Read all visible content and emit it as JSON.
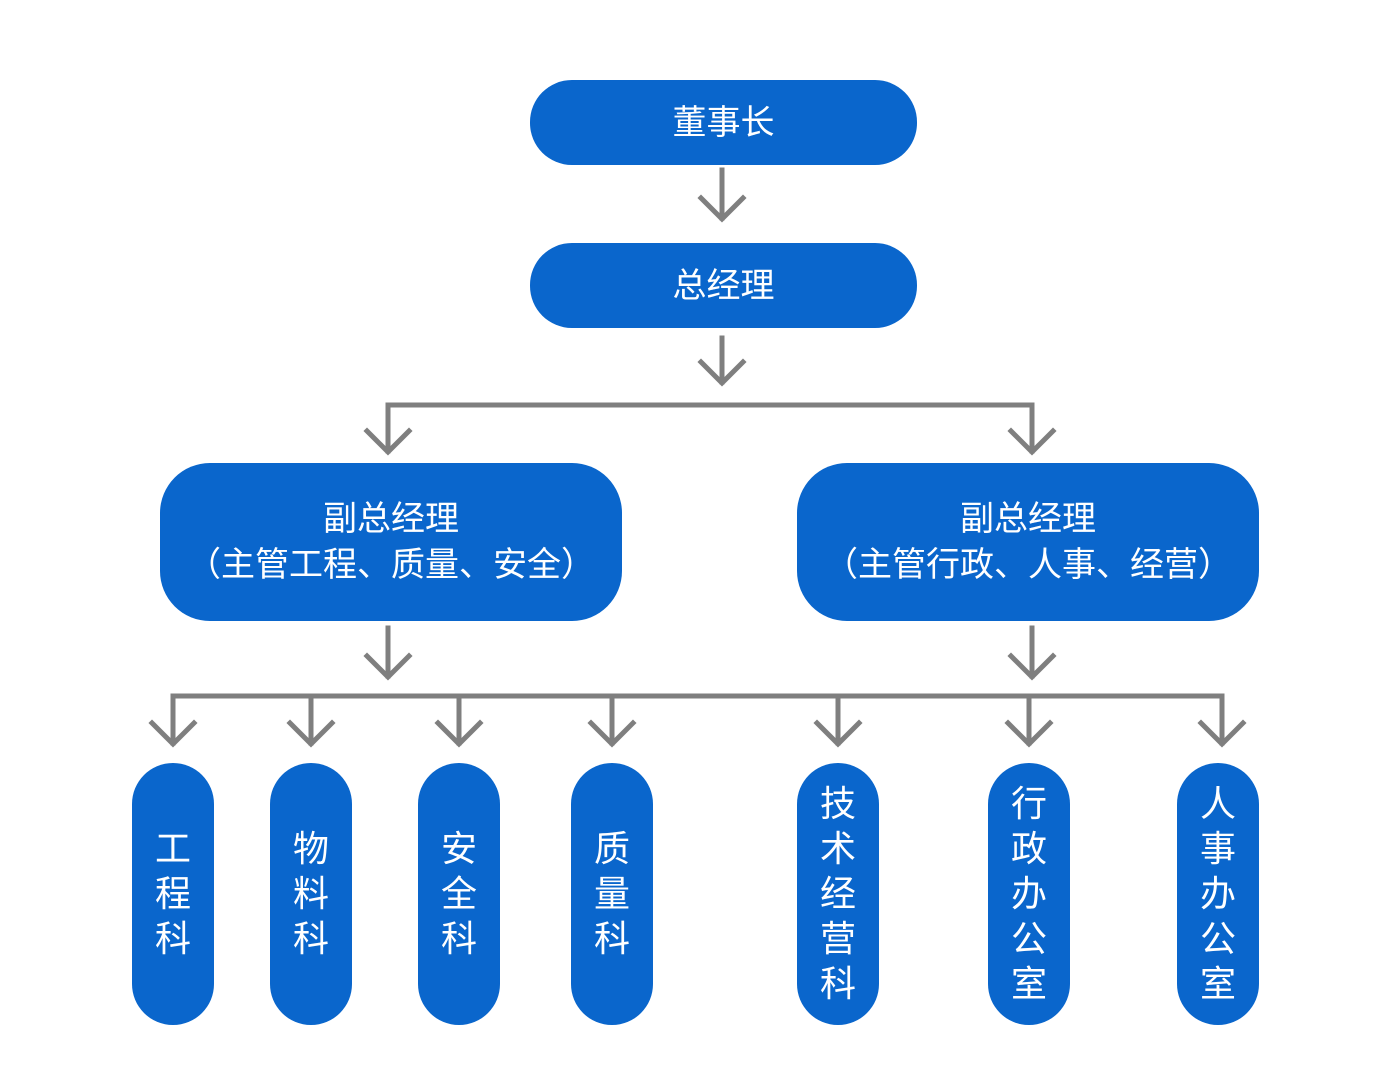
{
  "chairman": {
    "label": "董事长"
  },
  "general_manager": {
    "label": "总经理"
  },
  "vp_left": {
    "title": "副总经理",
    "subtitle": "（主管工程、质量、安全）"
  },
  "vp_right": {
    "title": "副总经理",
    "subtitle": "（主管行政、人事、经营）"
  },
  "departments": [
    {
      "label": "工程科"
    },
    {
      "label": "物料科"
    },
    {
      "label": "安全科"
    },
    {
      "label": "质量科"
    },
    {
      "label": "技术经营科"
    },
    {
      "label": "行政办公室"
    },
    {
      "label": "人事办公室"
    }
  ],
  "colors": {
    "node": "#0a66cc",
    "connector": "#7f7f7f",
    "text": "#ffffff"
  }
}
